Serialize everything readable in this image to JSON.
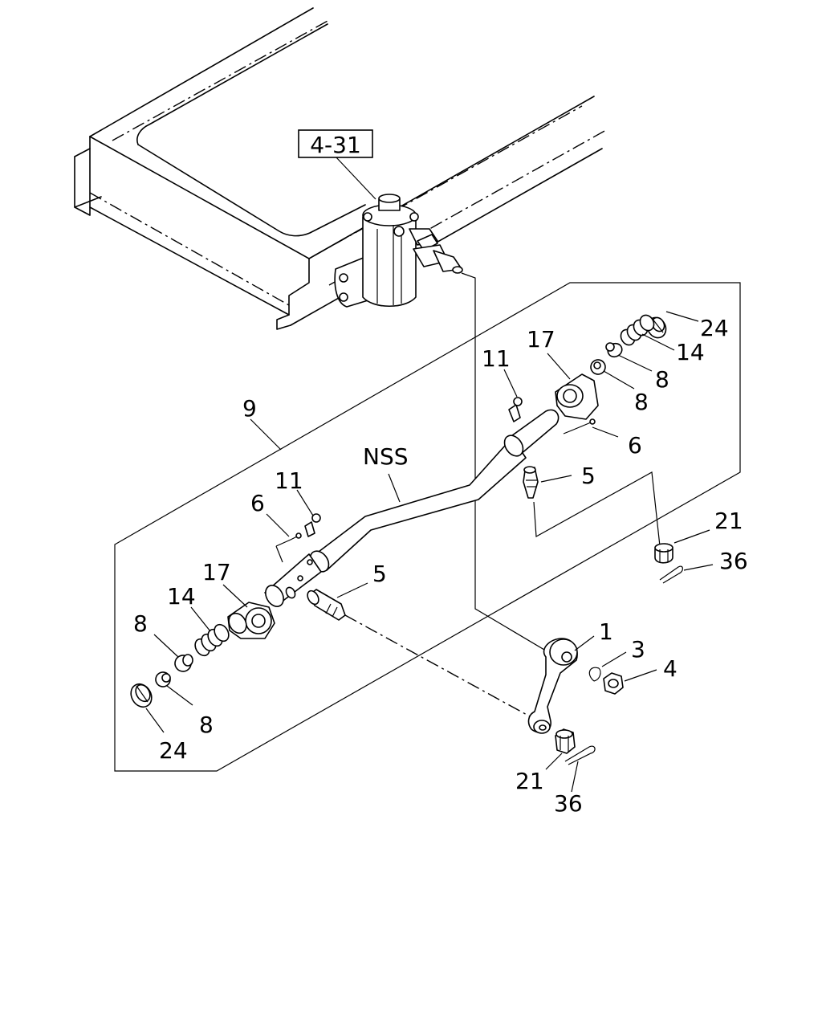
{
  "reference_box": "4-31",
  "labels": {
    "assembly": "9",
    "nss": "NSS",
    "r_24": "24",
    "r_14": "14",
    "r_8a": "8",
    "r_8b": "8",
    "r_17": "17",
    "r_11": "11",
    "r_6": "6",
    "r_5": "5",
    "r_21": "21",
    "r_36": "36",
    "l_11": "11",
    "l_6": "6",
    "l_17": "17",
    "l_14": "14",
    "l_8a": "8",
    "l_8b": "8",
    "l_24": "24",
    "l_5": "5",
    "arm_1": "1",
    "arm_3": "3",
    "arm_4": "4",
    "arm_21": "21",
    "arm_36": "36"
  }
}
